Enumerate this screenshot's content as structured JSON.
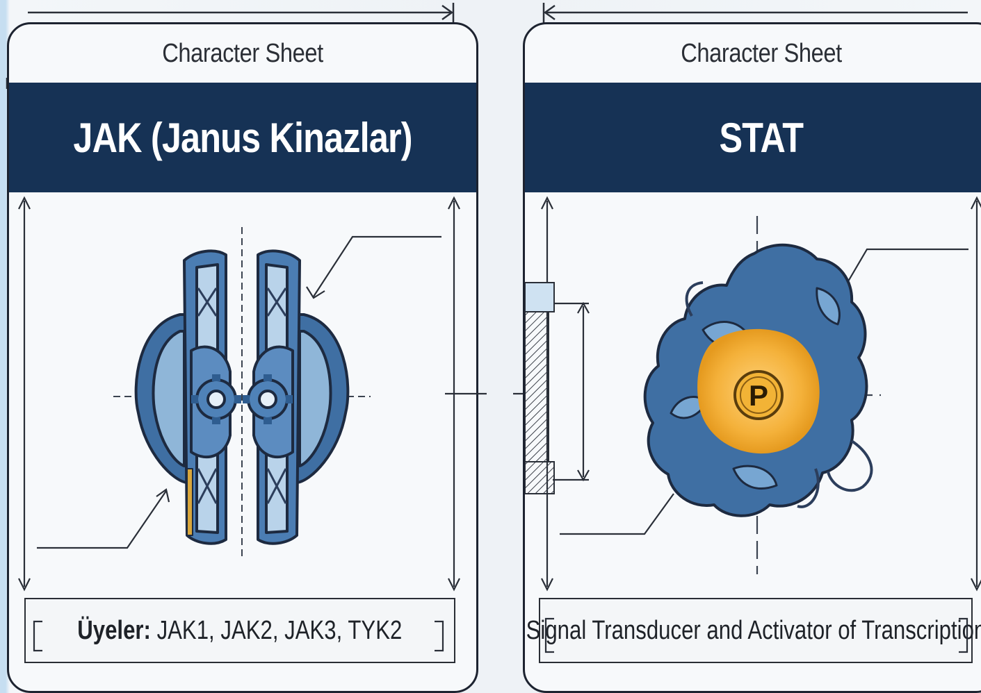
{
  "cards": {
    "left": {
      "sheet_label": "Character Sheet",
      "title": "JAK (Janus Kinazlar)",
      "caption_bold": "Üyeler:",
      "caption_rest": " JAK1, JAK2, JAK3, TYK2"
    },
    "right": {
      "sheet_label": "Character Sheet",
      "title": "STAT",
      "caption": "Signal Transducer and Activator of Transcription"
    }
  },
  "colors": {
    "banner": "#163255",
    "protein_blue": "#3f6fa3",
    "phosphate_gold": "#f0a92a",
    "outline": "#1d2330"
  },
  "icons": [
    "jak-mechanism-icon",
    "stat-protein-icon",
    "phosphate-p-icon",
    "gear-icon",
    "dimension-arrow-icon",
    "leader-arrow-icon"
  ]
}
